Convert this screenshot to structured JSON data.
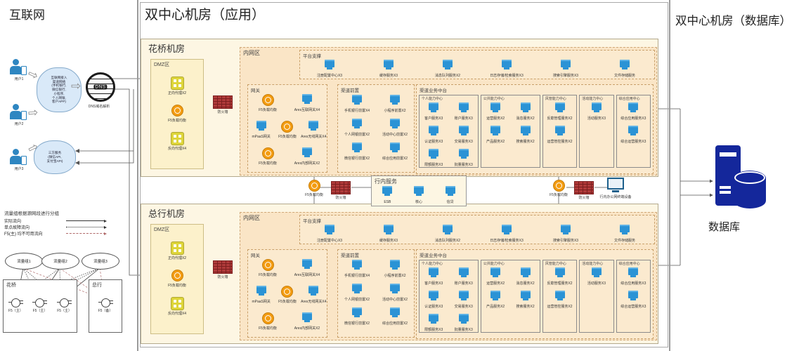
{
  "internet": {
    "title": "互联网",
    "users": [
      "用户1",
      "用户2",
      "用户3"
    ],
    "access_cloud": "互联网接入\n渠道网络\n(手机银行,\n微信银行,\n小程序,\n个人网银,\n客户APP)",
    "dns": {
      "label": "DNS域名解析",
      "chip": "DNS"
    },
    "third_party_cloud": "三方服务\n(微信API,\n支付宝API)",
    "legend": {
      "title": "流量组根据源网段进行分组",
      "items": [
        {
          "label": "实际流向",
          "style": "solid"
        },
        {
          "label": "单点故障流向",
          "style": "dotted"
        },
        {
          "label": "F5(主) 均不可用流向",
          "style": "reddash"
        }
      ]
    },
    "traffic_groups": [
      "流量组1",
      "流量组2",
      "流量组3"
    ],
    "sites": [
      {
        "name": "花桥",
        "f5s": [
          "F5（主）",
          "F5（主）",
          "F5（主）"
        ]
      },
      {
        "name": "总行",
        "f5s": [
          "F5（备）"
        ]
      }
    ]
  },
  "app": {
    "title": "双中心机房（应用）",
    "room_names": [
      "花桥机房",
      "总行机房"
    ],
    "room": {
      "dmz": {
        "title": "DMZ区",
        "items": [
          {
            "type": "proxy",
            "label": "正向代理X2"
          },
          {
            "type": "f5",
            "label": "F5负载均衡"
          },
          {
            "type": "proxy",
            "label": "反向代理X4"
          }
        ]
      },
      "firewall_label": "防火墙",
      "intranet": {
        "title": "内网区",
        "platform": {
          "title": "平台支撑",
          "servers": [
            "注册配置中心X3",
            "缓存服务X3",
            "消息队列服务X2",
            "日志存储/检索服务X3",
            "搜索引擎服务X3",
            "文件存储服务"
          ]
        },
        "gateway": {
          "title": "网关",
          "rows": [
            [
              {
                "type": "f5",
                "label": "F5负载均衡"
              },
              {
                "type": "server",
                "label": "Ares互联网关X4"
              }
            ],
            [
              {
                "type": "server",
                "label": "mPaaS网关"
              },
              {
                "type": "f5",
                "label": "F5负载均衡"
              },
              {
                "type": "server",
                "label": "Ares无线网关X4"
              }
            ],
            [
              {
                "type": "f5",
                "label": "F5负载均衡"
              },
              {
                "type": "server",
                "label": "Ares内部网关X2"
              }
            ]
          ]
        },
        "front": {
          "title": "渠道前置",
          "servers": [
            "手机银行前置X4",
            "小程序前置X2",
            "个人网银前置X2",
            "活动中心前置X2",
            "微信银行前置X2",
            "综合应用前置X2"
          ]
        },
        "midplatform": {
          "title": "渠道业务中台",
          "centers": [
            {
              "title": "个人能力中心",
              "cols": 2,
              "servers": [
                "客户服务X3",
                "账户服务X3",
                "认证服务X3",
                "交易服务X3",
                "限额服务X3",
                "批量服务X3"
              ]
            },
            {
              "title": "公共能力中心",
              "cols": 2,
              "servers": [
                "运营服务X2",
                "消息服务X2",
                "产品服务X2",
                "搜索服务X2"
              ]
            },
            {
              "title": "风管能力中心",
              "cols": 1,
              "servers": [
                "反欺管理服务X2",
                "运营管控服务X2"
              ]
            },
            {
              "title": "活动能力中心",
              "cols": 1,
              "servers": [
                "活动服务X3"
              ]
            },
            {
              "title": "综合应用中心",
              "cols": 1,
              "servers": [
                "综合应用服务X3",
                "综合运营服务X3"
              ]
            }
          ]
        }
      }
    },
    "interlink": {
      "f5_label": "F5负载均衡",
      "firewall_label": "防火墙",
      "services": {
        "title": "行内服务",
        "servers": [
          "ESB",
          "核心",
          "信贷"
        ]
      },
      "right": {
        "f5_label": "F5负载均衡",
        "firewall_label": "防火墙",
        "terminal_label": "行内办公网终端设备"
      }
    }
  },
  "database": {
    "title": "双中心机房（数据库）",
    "label": "数据库"
  }
}
